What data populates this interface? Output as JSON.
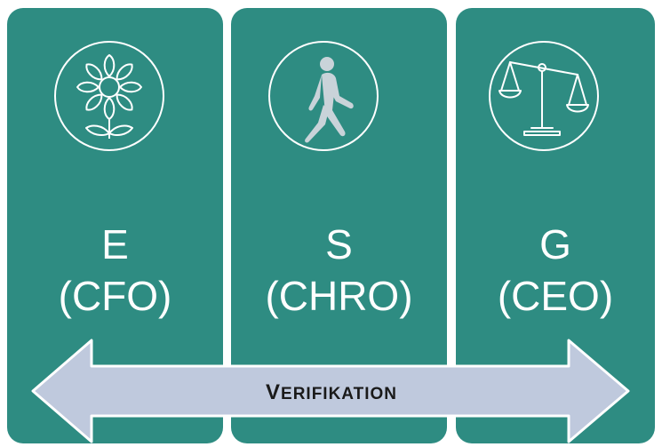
{
  "columns": [
    {
      "letter": "E",
      "role": "(CFO)",
      "icon": "flower-icon"
    },
    {
      "letter": "S",
      "role": "(CHRO)",
      "icon": "walking-person-icon"
    },
    {
      "letter": "G",
      "role": "(CEO)",
      "icon": "balance-scale-icon"
    }
  ],
  "arrow": {
    "label_first": "V",
    "label_rest": "ERIFIKATION"
  },
  "colors": {
    "panel": "#2e8c82",
    "arrow_fill": "#bfc9dd",
    "arrow_stroke": "#ffffff",
    "text": "#ffffff"
  }
}
